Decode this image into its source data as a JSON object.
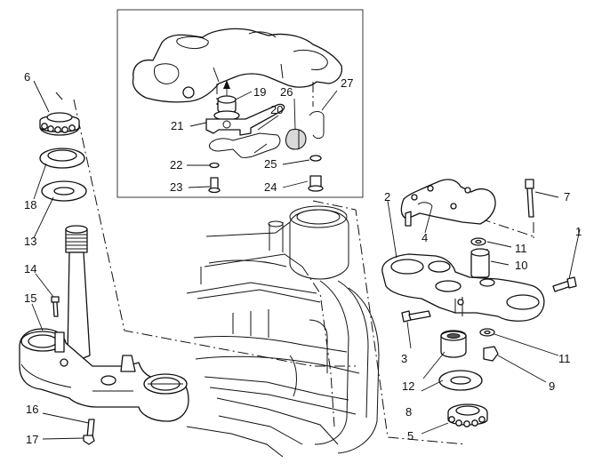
{
  "callouts": [
    {
      "id": "c1",
      "text": "1"
    },
    {
      "id": "c2",
      "text": "2"
    },
    {
      "id": "c3",
      "text": "3"
    },
    {
      "id": "c4",
      "text": "4"
    },
    {
      "id": "c5",
      "text": "5"
    },
    {
      "id": "c6",
      "text": "6"
    },
    {
      "id": "c7",
      "text": "7"
    },
    {
      "id": "c8",
      "text": "8"
    },
    {
      "id": "c9",
      "text": "9"
    },
    {
      "id": "c10",
      "text": "10"
    },
    {
      "id": "c11a",
      "text": "11"
    },
    {
      "id": "c11b",
      "text": "11"
    },
    {
      "id": "c12",
      "text": "12"
    },
    {
      "id": "c13",
      "text": "13"
    },
    {
      "id": "c14",
      "text": "14"
    },
    {
      "id": "c15",
      "text": "15"
    },
    {
      "id": "c16",
      "text": "16"
    },
    {
      "id": "c17",
      "text": "17"
    },
    {
      "id": "c18",
      "text": "18"
    },
    {
      "id": "c19",
      "text": "19"
    },
    {
      "id": "c20",
      "text": "20"
    },
    {
      "id": "c21",
      "text": "21"
    },
    {
      "id": "c22",
      "text": "22"
    },
    {
      "id": "c23",
      "text": "23"
    },
    {
      "id": "c24",
      "text": "24"
    },
    {
      "id": "c25",
      "text": "25"
    },
    {
      "id": "c26",
      "text": "26"
    },
    {
      "id": "c27",
      "text": "27"
    }
  ]
}
